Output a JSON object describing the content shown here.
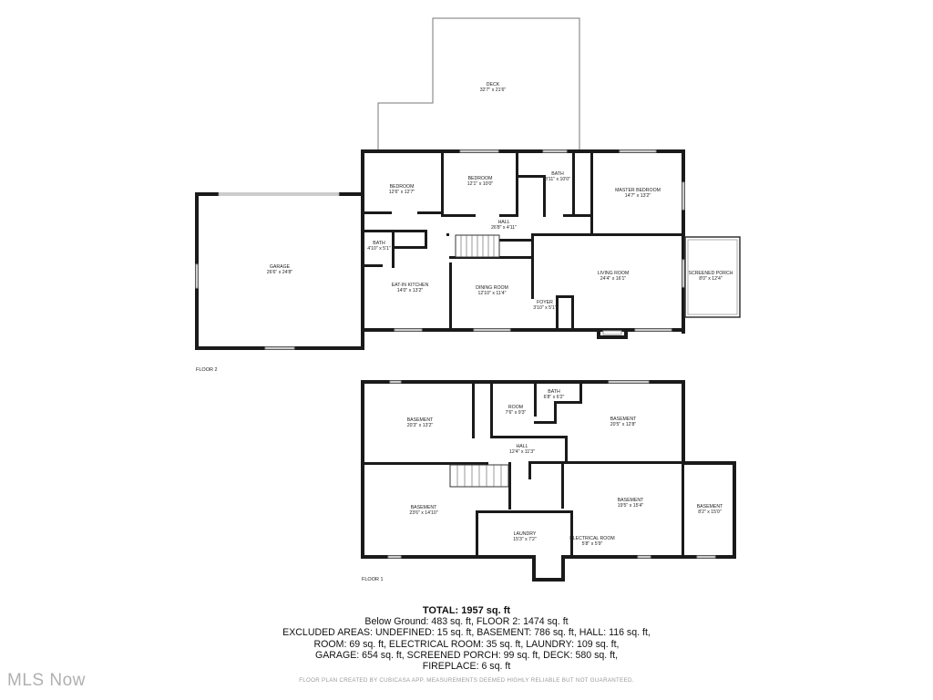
{
  "floors": {
    "floor2": "FLOOR 2",
    "floor1": "FLOOR 1"
  },
  "rooms": {
    "deck": {
      "name": "DECK",
      "dim": "32'7\" x 21'6\""
    },
    "bedroom1": {
      "name": "BEDROOM",
      "dim": "12'6\" x 12'7\""
    },
    "bedroom2": {
      "name": "BEDROOM",
      "dim": "12'1\" x 10'0\""
    },
    "bath_up": {
      "name": "BATH",
      "dim": "8'11\" x 10'0\""
    },
    "master": {
      "name": "MASTER BEDROOM",
      "dim": "14'7\" x 13'2\""
    },
    "hall_up": {
      "name": "HALL",
      "dim": "26'8\" x 4'11\""
    },
    "bath_small": {
      "name": "BATH",
      "dim": "4'10\" x 5'1\""
    },
    "garage": {
      "name": "GARAGE",
      "dim": "26'6\" x 24'8\""
    },
    "kitchen": {
      "name": "EAT-IN KITCHEN",
      "dim": "14'0\" x 13'2\""
    },
    "dining": {
      "name": "DINING ROOM",
      "dim": "12'10\" x 11'4\""
    },
    "foyer": {
      "name": "FOYER",
      "dim": "3'10\" x 5'1\""
    },
    "living": {
      "name": "LIVING ROOM",
      "dim": "24'4\" x 16'1\""
    },
    "porch": {
      "name": "SCREENED PORCH",
      "dim": "8'0\" x 12'4\""
    },
    "bsmt_nw": {
      "name": "BASEMENT",
      "dim": "20'3\" x 13'2\""
    },
    "room": {
      "name": "ROOM",
      "dim": "7'6\" x 9'3\""
    },
    "bath_low": {
      "name": "BATH",
      "dim": "6'8\" x 6'2\""
    },
    "bsmt_ne": {
      "name": "BASEMENT",
      "dim": "20'5\" x 12'8\""
    },
    "hall_low": {
      "name": "HALL",
      "dim": "12'4\" x 11'3\""
    },
    "bsmt_sw": {
      "name": "BASEMENT",
      "dim": "23'6\" x 14'10\""
    },
    "laundry": {
      "name": "LAUNDRY",
      "dim": "15'3\" x 7'2\""
    },
    "electrical": {
      "name": "ELECTRICAL ROOM",
      "dim": "5'8\" x 5'9\""
    },
    "bsmt_se": {
      "name": "BASEMENT",
      "dim": "19'5\" x 15'4\""
    },
    "bsmt_e": {
      "name": "BASEMENT",
      "dim": "8'2\" x 15'0\""
    }
  },
  "summary": {
    "total": "TOTAL: 1957 sq. ft",
    "line1": "Below Ground: 483 sq. ft, FLOOR 2: 1474 sq. ft",
    "line2": "EXCLUDED AREAS: UNDEFINED: 15 sq. ft, BASEMENT: 786 sq. ft, HALL: 116 sq. ft,",
    "line3": "ROOM: 69 sq. ft, ELECTRICAL ROOM: 35 sq. ft, LAUNDRY: 109 sq. ft,",
    "line4": "GARAGE: 654 sq. ft, SCREENED PORCH: 99 sq. ft, DECK: 580 sq. ft,",
    "line5": "FIREPLACE: 6 sq. ft"
  },
  "footer": "FLOOR PLAN CREATED BY CUBICASA APP. MEASUREMENTS DEEMED HIGHLY RELIABLE BUT NOT GUARANTEED.",
  "logo": "MLS Now"
}
